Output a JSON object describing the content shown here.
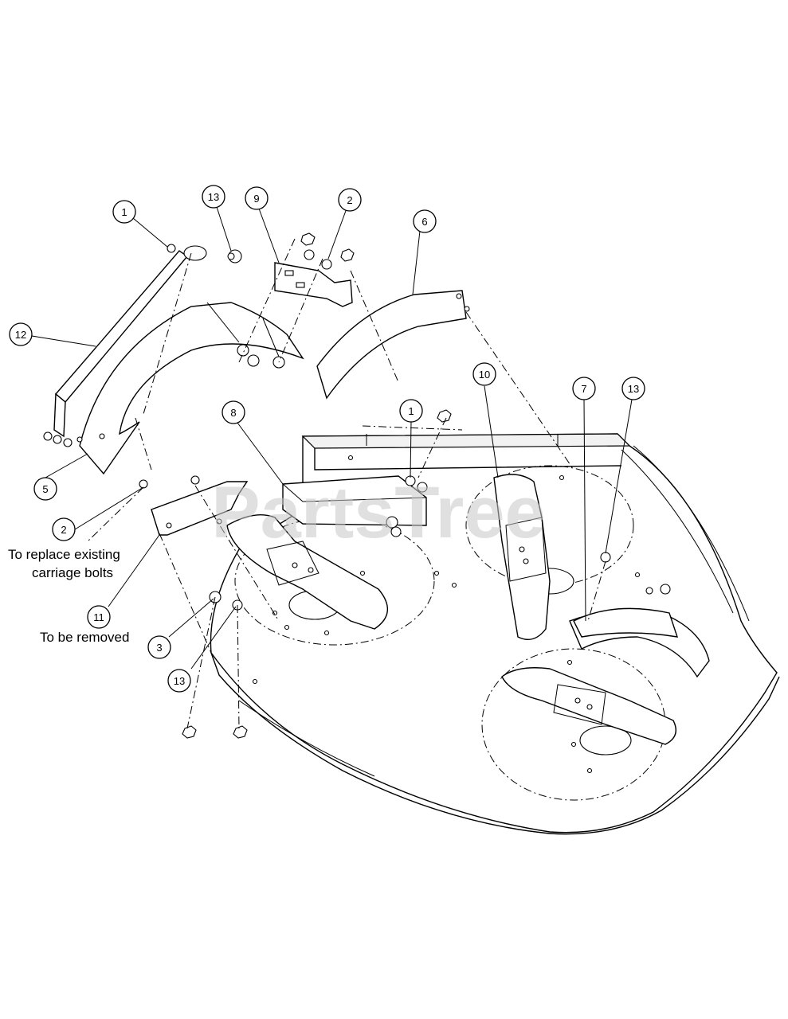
{
  "watermark": "PartsTree",
  "notes": {
    "replace_line1": "To replace existing",
    "replace_line2": "carriage bolts",
    "removed": "To be removed"
  },
  "callouts": [
    {
      "id": "c1a",
      "label": "1"
    },
    {
      "id": "c13a",
      "label": "13"
    },
    {
      "id": "c9",
      "label": "9"
    },
    {
      "id": "c2a",
      "label": "2"
    },
    {
      "id": "c6",
      "label": "6"
    },
    {
      "id": "c12",
      "label": "12"
    },
    {
      "id": "c10",
      "label": "10"
    },
    {
      "id": "c7",
      "label": "7"
    },
    {
      "id": "c13b",
      "label": "13"
    },
    {
      "id": "c8",
      "label": "8"
    },
    {
      "id": "c1b",
      "label": "1"
    },
    {
      "id": "c5",
      "label": "5"
    },
    {
      "id": "c2b",
      "label": "2"
    },
    {
      "id": "c11",
      "label": "11"
    },
    {
      "id": "c3",
      "label": "3"
    },
    {
      "id": "c13c",
      "label": "13"
    }
  ]
}
